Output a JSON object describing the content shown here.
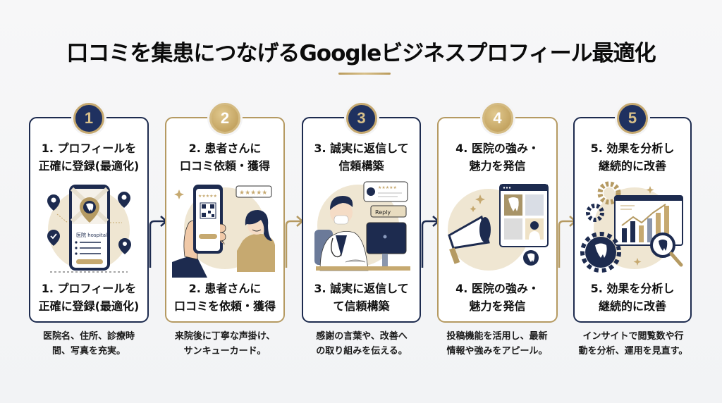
{
  "title": "口コミを集患につなげるGoogleビジネスプロフィール最適化",
  "colors": {
    "navy": "#1d2b4f",
    "gold": "#b59a62",
    "gold_light": "#d8c08a",
    "background": "#f4f4f5"
  },
  "steps": [
    {
      "number": "1",
      "theme": "navy",
      "title": "1. プロフィールを\n正確に登録(最適化)",
      "subtitle": "1. プロフィールを\n正確に登録(最適化)",
      "illustration": "smartphone-map-pin-icon",
      "illustration_text": "医院 hospital",
      "description": "医院名、住所、診療時\n間、写真を充実。"
    },
    {
      "number": "2",
      "theme": "gold",
      "title": "2. 患者さんに\n口コミ依頼・獲得",
      "subtitle": "2. 患者さんに\n口コミを依頼・獲得",
      "illustration": "qr-code-phone-patient-icon",
      "illustration_text": "★★★★★",
      "description": "来院後に丁寧な声掛け、\nサンキューカード。"
    },
    {
      "number": "3",
      "theme": "navy",
      "title": "3. 誠実に返信して\n信頼構築",
      "subtitle": "3. 誠実に返信して\nて信頼構築",
      "illustration": "doctor-reply-computer-icon",
      "illustration_text": "Reply",
      "description": "感謝の言葉や、改善へ\nの取り組みを伝える。"
    },
    {
      "number": "4",
      "theme": "gold",
      "title": "4. 医院の強み・\n魅力を発信",
      "subtitle": "4. 医院の強み・\n魅力を発信",
      "illustration": "megaphone-post-icon",
      "illustration_text": "",
      "description": "投稿機能を活用し、最新\n情報や強みをアピール。"
    },
    {
      "number": "5",
      "theme": "navy",
      "title": "5. 効果を分析し\n継続的に改善",
      "subtitle": "5. 効果を分析し\n継続的に改善",
      "illustration": "analytics-gear-magnifier-icon",
      "illustration_text": "",
      "description": "インサイトで閲覧数や行\n動を分析、運用を見直す。"
    }
  ]
}
